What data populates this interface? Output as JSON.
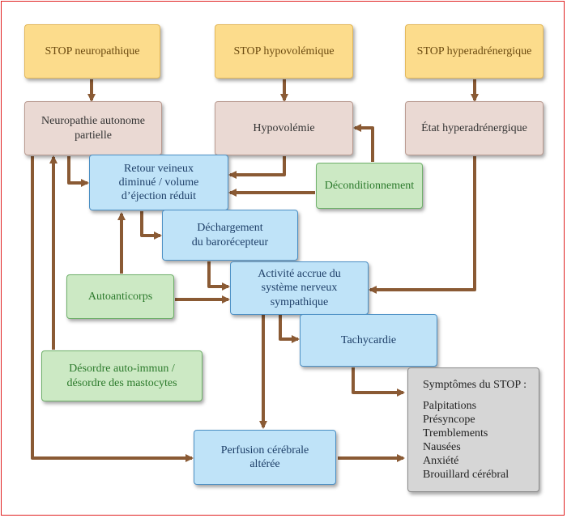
{
  "colors": {
    "arrow": "#8a5a34",
    "stop_box": "#fcdc8c",
    "condition_box": "#ead9d3",
    "mechanism_box": "#bfe3f8",
    "factor_box": "#cce9c4",
    "symptom_box": "#d6d6d6",
    "frame": "#e02020"
  },
  "stop_types": {
    "neuropathic": "STOP neuropathique",
    "hypovolemic": "STOP hypovolémique",
    "hyperadrenergic": "STOP hyperadrénergique"
  },
  "conditions": {
    "neuropathy": "Neuropathie autonome\npartielle",
    "hypovolemia": "Hypovolémie",
    "hyperadrenergic_state": "État hyperadrénergique"
  },
  "mechanisms": {
    "venous_return": "Retour veineux\ndiminué / volume\nd’éjection réduit",
    "baroreceptor": "Déchargement\ndu barorécepteur",
    "sympathetic": "Activité accrue du\nsystème nerveux\nsympathique",
    "tachycardia": "Tachycardie",
    "cerebral_perfusion": "Perfusion cérébrale\naltérée"
  },
  "factors": {
    "deconditioning": "Déconditionnement",
    "autoantibodies": "Autoanticorps",
    "autoimmune": "Désordre auto-immun /\ndésordre des mastocytes"
  },
  "symptoms": {
    "title": "Symptômes du STOP :",
    "items": [
      "Palpitations",
      "Présyncope",
      "Tremblements",
      "Nausées",
      "Anxiété",
      "Brouillard cérébral"
    ]
  }
}
